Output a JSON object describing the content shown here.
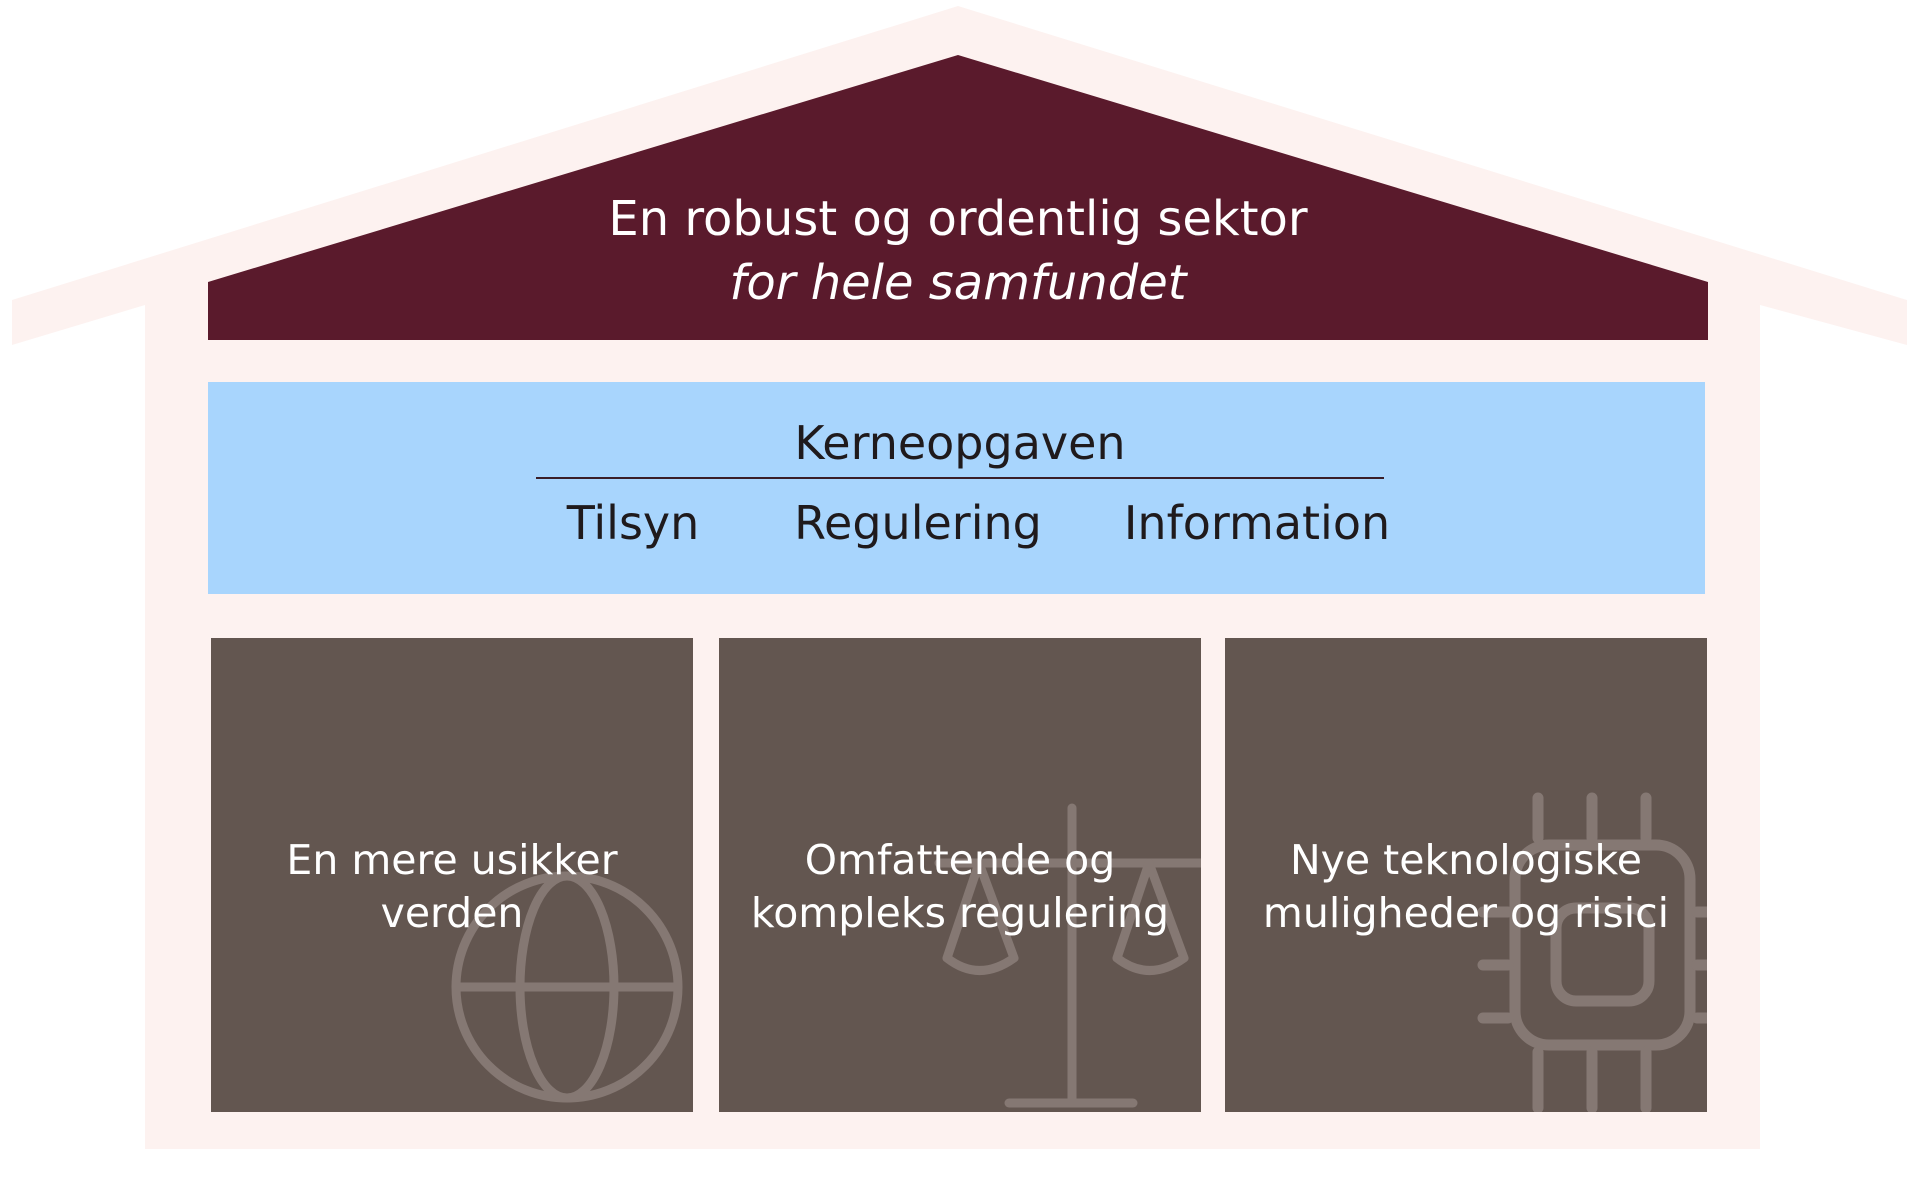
{
  "colors": {
    "outer_house": "#fdf2f0",
    "roof": "#5a1a2c",
    "core_band": "#a8d5fd",
    "box": "#635650",
    "icon": "#857873"
  },
  "roof": {
    "title_line1": "En robust og ordentlig sektor",
    "title_line2": "for hele samfundet"
  },
  "core": {
    "title": "Kerneopgaven",
    "items": [
      "Tilsyn",
      "Regulering",
      "Information"
    ]
  },
  "pillars": [
    {
      "line1": "En mere usikker",
      "line2": "verden",
      "icon": "globe-icon"
    },
    {
      "line1": "Omfattende og",
      "line2": "kompleks regulering",
      "icon": "scales-icon"
    },
    {
      "line1": "Nye teknologiske",
      "line2": "muligheder og risici",
      "icon": "chip-icon"
    }
  ]
}
